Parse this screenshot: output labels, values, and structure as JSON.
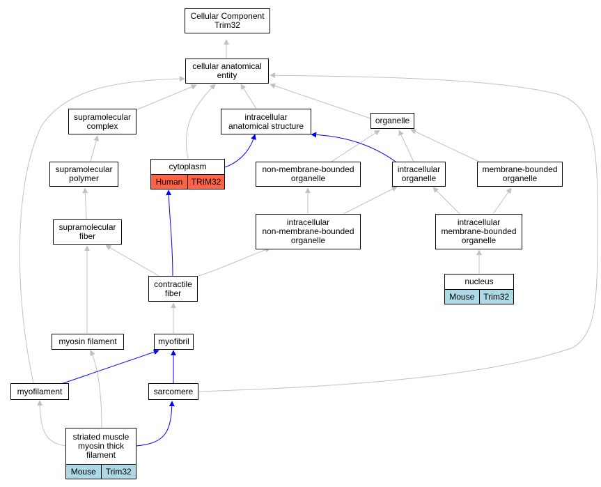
{
  "graph": {
    "nodes": {
      "cc": "Cellular Component\nTrim32",
      "cae": "cellular anatomical\nentity",
      "supcomplex": "supramolecular\ncomplex",
      "ias": "intracellular\nanatomical structure",
      "organelle": "organelle",
      "suppolymer": "supramolecular\npolymer",
      "nmbo": "non-membrane-bounded\norganelle",
      "intorg": "intracellular\norganelle",
      "mbo": "membrane-bounded\norganelle",
      "supfiber": "supramolecular\nfiber",
      "inmbo": "intracellular\nnon-membrane-bounded\norganelle",
      "imbo": "intracellular\nmembrane-bounded\norganelle",
      "cfiber": "contractile\nfiber",
      "myosinfil": "myosin filament",
      "myofibril": "myofibril",
      "myofilament": "myofilament",
      "sarcomere": "sarcomere",
      "cytoplasm": {
        "label": "cytoplasm",
        "species": "Human",
        "gene": "TRIM32"
      },
      "nucleus": {
        "label": "nucleus",
        "species": "Mouse",
        "gene": "Trim32"
      },
      "smmtf": {
        "label": "striated muscle\nmyosin thick\nfilament",
        "species": "Mouse",
        "gene": "Trim32"
      }
    }
  },
  "colors": {
    "edge_default": "#c0c0c0",
    "edge_highlight": "#0000ff",
    "human_annotation": "#ff6347",
    "mouse_annotation": "#add8e6"
  }
}
